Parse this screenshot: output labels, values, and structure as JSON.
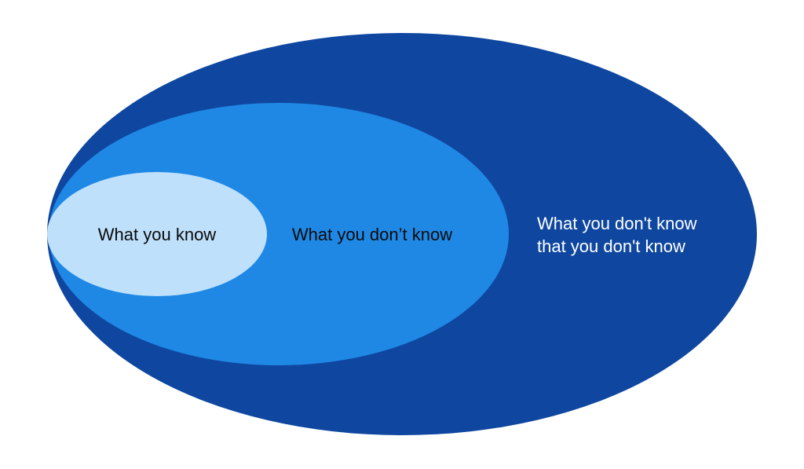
{
  "diagram": {
    "regions": [
      {
        "id": "unknown-unknowns",
        "lines": [
          "What you don't know",
          "that you don't know"
        ],
        "color": "#0f47a0",
        "text_color": "#ffffff"
      },
      {
        "id": "known-unknowns",
        "lines": [
          "What you don’t know"
        ],
        "color": "#1f88e5",
        "text_color": "#0a0a0a"
      },
      {
        "id": "known",
        "lines": [
          "What you know"
        ],
        "color": "#bee0fb",
        "text_color": "#0a0a0a"
      }
    ],
    "background": "#ffffff"
  }
}
